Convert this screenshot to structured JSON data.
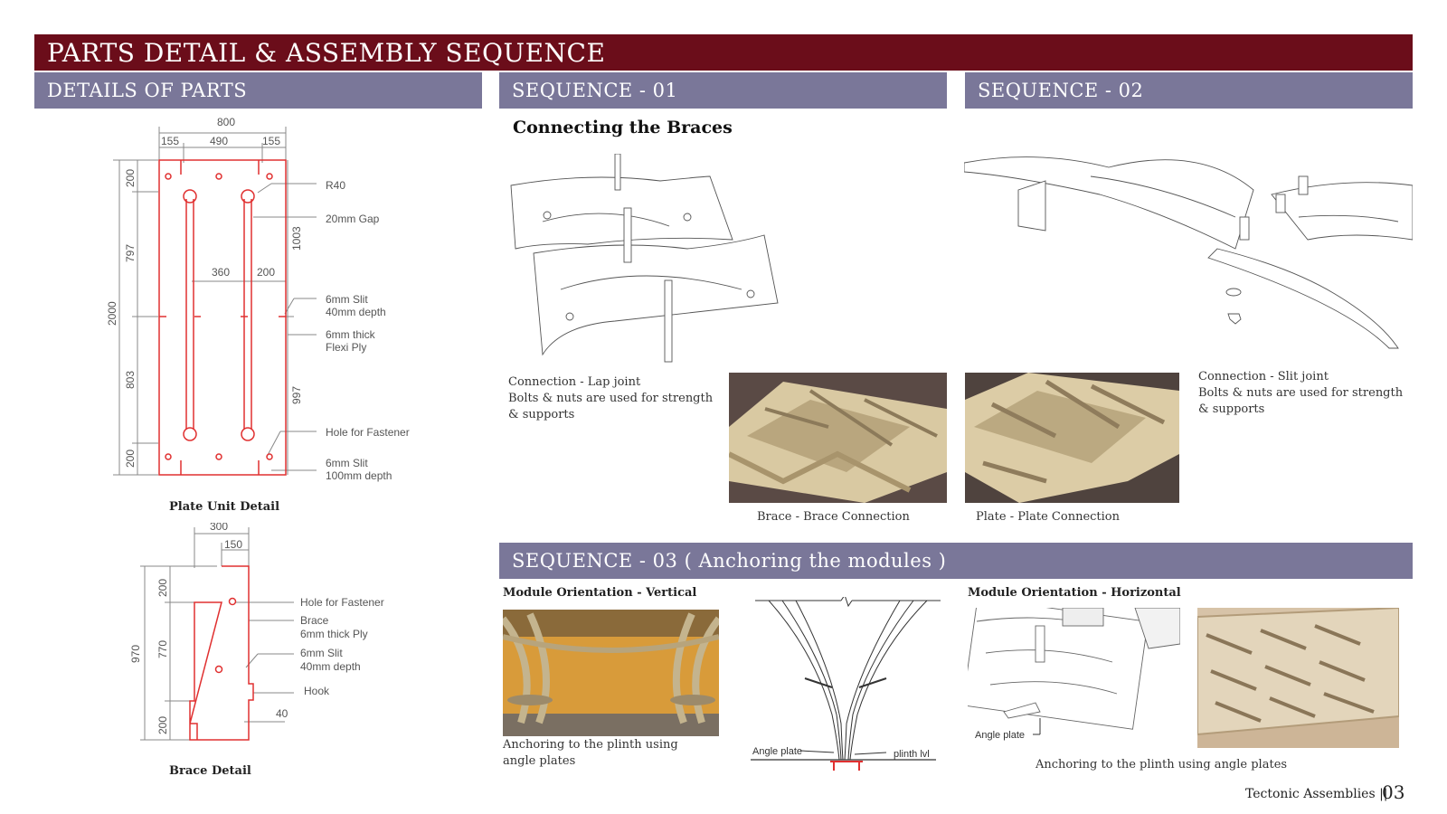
{
  "header": {
    "title": "PARTS DETAIL & ASSEMBLY SEQUENCE"
  },
  "sections": {
    "details": "DETAILS OF PARTS",
    "seq1": "SEQUENCE - 01",
    "seq2": "SEQUENCE - 02",
    "seq3": "SEQUENCE - 03 ( Anchoring the modules )"
  },
  "plate_detail": {
    "caption": "Plate Unit Detail",
    "dims": {
      "total_width": "800",
      "w1": "155",
      "w2": "490",
      "w3": "155",
      "total_height": "2000",
      "h_top": "200",
      "h_797": "797",
      "h_803": "803",
      "h_bottom": "200",
      "h_1003": "1003",
      "h_997": "997",
      "d_360": "360",
      "d_200": "200"
    },
    "labels": {
      "r40": "R40",
      "gap": "20mm Gap",
      "slit_a": "6mm Slit",
      "slit_a2": "40mm depth",
      "thick": "6mm thick",
      "thick2": "Flexi Ply",
      "hole": "Hole for Fastener",
      "slit_b": "6mm Slit",
      "slit_b2": "100mm depth"
    }
  },
  "brace_detail": {
    "caption": "Brace Detail",
    "dims": {
      "w": "300",
      "w_half": "150",
      "h_total": "970",
      "h_top": "200",
      "h_mid": "770",
      "h_bottom": "200",
      "hook_w": "40"
    },
    "labels": {
      "hole": "Hole for Fastener",
      "brace": "Brace",
      "brace2": "6mm thick Ply",
      "slit": "6mm Slit",
      "slit2": "40mm depth",
      "hook": "Hook"
    }
  },
  "seq1": {
    "heading": "Connecting the Braces",
    "note1": "Connection - Lap joint",
    "note2": "Bolts & nuts are used for strength",
    "note3": "& supports",
    "photo_caption": "Brace - Brace Connection"
  },
  "seq2": {
    "note1": "Connection - Slit joint",
    "note2": "Bolts & nuts are used for strength",
    "note3": "& supports",
    "photo_caption": "Plate - Plate Connection"
  },
  "seq3": {
    "vertical_heading": "Module Orientation - Vertical",
    "vertical_caption1": "Anchoring to the plinth using",
    "vertical_caption2": "angle plates",
    "angle_plate": "Angle plate",
    "plinth": "plinth lvl",
    "horizontal_heading": "Module Orientation - Horizontal",
    "angle_plate2": "Angle plate",
    "horizontal_caption": "Anchoring to the plinth using angle plates"
  },
  "footer": {
    "text": "Tectonic Assemblies ||",
    "page": "03"
  },
  "colors": {
    "title_bar": "#6b0d1a",
    "section_bar": "#7a7799",
    "detail_red": "#e03030"
  }
}
